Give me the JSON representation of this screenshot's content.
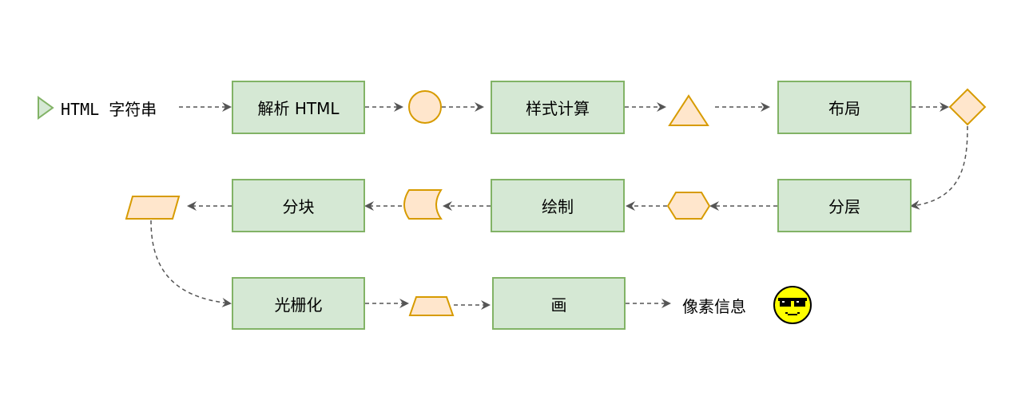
{
  "diagram": {
    "input_label": "HTML  字符串",
    "output_label": "像素信息",
    "steps": {
      "parse": "解析 HTML",
      "style": "样式计算",
      "layout": "布局",
      "layer": "分层",
      "paint": "绘制",
      "tile": "分块",
      "raster": "光栅化",
      "draw": "画"
    },
    "colors": {
      "box_fill": "#d5e8d4",
      "box_stroke": "#82b366",
      "shape_fill": "#ffe6cc",
      "shape_stroke": "#d79b00",
      "arrow": "#555555",
      "face": "#ffff00"
    },
    "icons": [
      "play-triangle-icon",
      "sunglasses-face-icon"
    ]
  }
}
